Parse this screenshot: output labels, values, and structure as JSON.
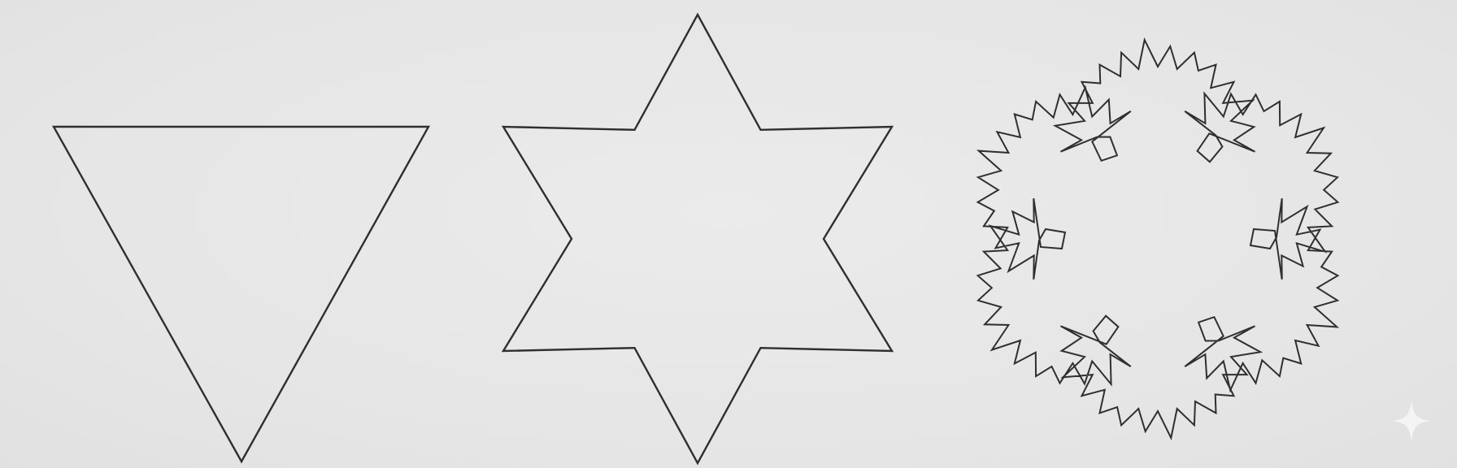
{
  "figure": {
    "background": "#e6e6e6",
    "stroke_color": "#2f2f2f",
    "panels": [
      {
        "id": "iteration-0",
        "shape": "inverted triangle",
        "iteration": 0
      },
      {
        "id": "iteration-1",
        "shape": "six-pointed star",
        "iteration": 1
      },
      {
        "id": "iteration-2",
        "shape": "jagged snowflake",
        "iteration": 2
      }
    ]
  },
  "icons": {
    "watermark": "sparkle-icon"
  }
}
